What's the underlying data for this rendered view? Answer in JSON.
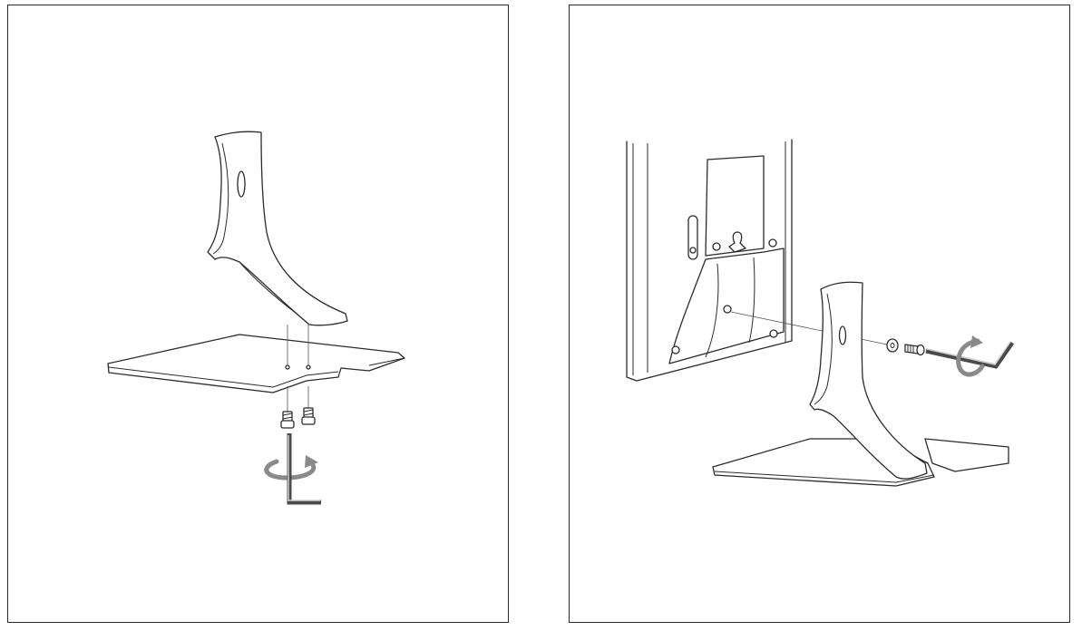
{
  "figure": {
    "panels": [
      {
        "id": "step-1",
        "depicts": [
          "stand-neck",
          "base-plate",
          "screws",
          "allen-key",
          "rotation-arrow"
        ]
      },
      {
        "id": "step-2",
        "depicts": [
          "monitor-rear",
          "assembled-stand",
          "washer",
          "screw",
          "allen-key",
          "rotation-arrow"
        ]
      }
    ],
    "colors": {
      "line": "#2b2b2b",
      "arrow": "#8a8a8a",
      "key": "#4a4a4a",
      "background": "#ffffff"
    }
  }
}
